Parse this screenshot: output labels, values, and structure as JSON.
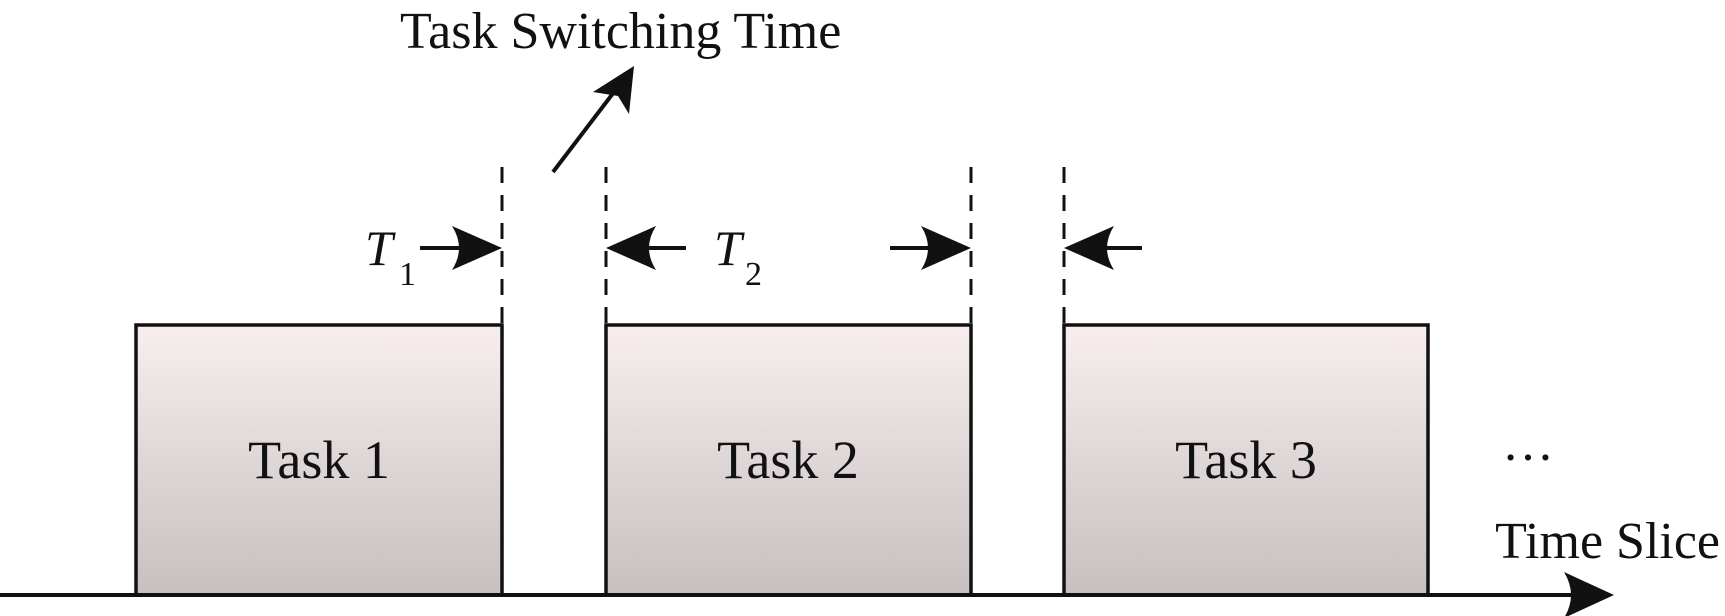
{
  "caption": {
    "switching_time": "Task Switching Time",
    "time_slice": "Time Slice",
    "ellipsis": "…"
  },
  "tasks": [
    {
      "label": "Task 1"
    },
    {
      "label": "Task 2"
    },
    {
      "label": "Task 3"
    }
  ],
  "intervals": {
    "t1": {
      "symbol": "T",
      "subscript": "1"
    },
    "t2": {
      "symbol": "T",
      "subscript": "2"
    }
  },
  "colors": {
    "task_fill_top": "#f8eeee",
    "task_fill_bottom": "#c6c0c0",
    "stroke": "#111111"
  }
}
